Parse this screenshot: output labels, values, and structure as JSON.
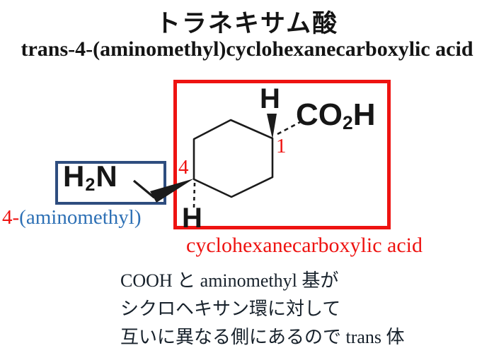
{
  "header": {
    "title": "トラネキサム酸",
    "subtitle": "trans-4-(aminomethyl)cyclohexanecarboxylic acid"
  },
  "structure": {
    "amine": {
      "h": "H",
      "sub": "2",
      "n": "N"
    },
    "acid": {
      "co": "CO",
      "sub": "2",
      "h": "H"
    },
    "h_top": "H",
    "h_bottom": "H",
    "locant_c1": "1",
    "locant_c4": "4"
  },
  "annotations": {
    "aminomethyl_prefix": "4-",
    "aminomethyl": "(aminomethyl)",
    "cyclohexane": "cyclohexanecarboxylic acid"
  },
  "explanation": {
    "line1": "COOH と aminomethyl 基が",
    "line2": "シクロヘキサン環に対して",
    "line3": "互いに異なる側にあるので trans 体"
  },
  "colors": {
    "red": "#ee1311",
    "navy": "#2e4d7f",
    "blue": "#2d70b5",
    "ink": "#1b1b1b"
  }
}
